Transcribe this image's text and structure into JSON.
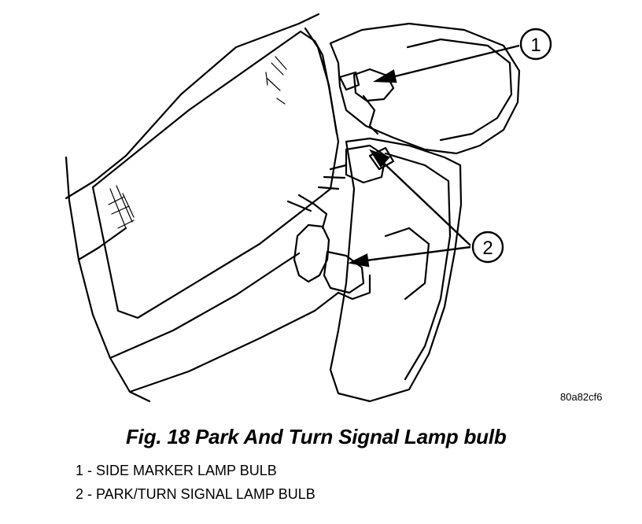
{
  "figure": {
    "caption": "Fig. 18 Park And Turn Signal Lamp bulb",
    "image_code": "80a82cf6",
    "callouts": [
      {
        "number": "1",
        "label": "1 - SIDE MARKER LAMP BULB"
      },
      {
        "number": "2",
        "label": "2 - PARK/TURN SIGNAL LAMP BULB"
      }
    ]
  }
}
